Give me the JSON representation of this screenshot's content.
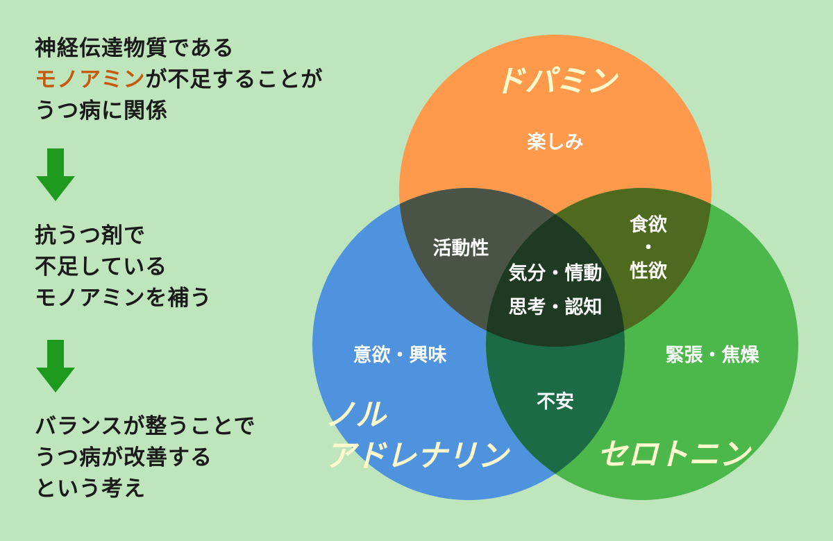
{
  "intro": {
    "line1": "神経伝達物質である",
    "line2_highlight": "モノアミン",
    "line2_rest": "が不足することが",
    "line3": "うつ病に関係"
  },
  "step2": {
    "line1": "抗うつ剤で",
    "line2": "不足している",
    "line3": "モノアミンを補う"
  },
  "step3": {
    "line1": "バランスが整うことで",
    "line2": "うつ病が改善する",
    "line3": "という考え"
  },
  "venn": {
    "circles": {
      "dopamine": {
        "name": "ドパミン",
        "color": "#ff9a4d"
      },
      "noradrenaline": {
        "name_line1": "ノル",
        "name_line2": "アドレナリン",
        "color": "#4f93de"
      },
      "serotonin": {
        "name": "セロトニン",
        "color": "#4cb84c"
      }
    },
    "regions": {
      "dopamine_only": "楽しみ",
      "noradrenaline_only": "意欲・興味",
      "serotonin_only": "緊張・焦燥",
      "dopamine_noradrenaline": "活動性",
      "dopamine_serotonin_line1": "食欲",
      "dopamine_serotonin_line2": "・",
      "dopamine_serotonin_line3": "性欲",
      "noradrenaline_serotonin": "不安",
      "center_line1": "気分・情動",
      "center_line2": "思考・認知"
    },
    "label_color": "#fffacd",
    "overlap_colors": {
      "dopamine_noradrenaline": "#4a5446",
      "dopamine_serotonin": "#4d6a1e",
      "noradrenaline_serotonin": "#1b6b47",
      "center": "#1f3a22"
    }
  },
  "arrow_color": "#1e9a1e"
}
